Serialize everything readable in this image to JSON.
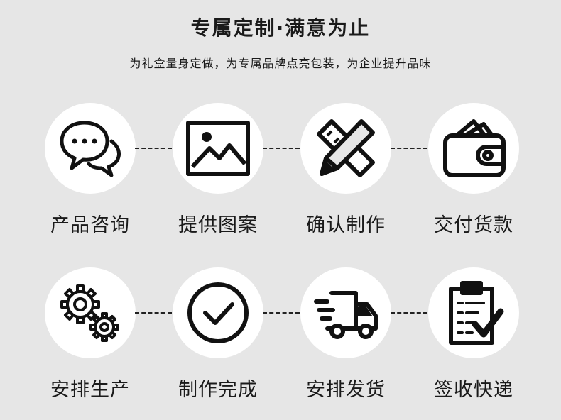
{
  "header": {
    "title": "专属定制·满意为止",
    "subtitle": "为礼盒量身定做，为专属品牌点亮包装，为企业提升品味"
  },
  "steps_row1": [
    {
      "label": "产品咨询",
      "icon": "chat-bubbles-icon"
    },
    {
      "label": "提供图案",
      "icon": "image-icon"
    },
    {
      "label": "确认制作",
      "icon": "pencil-ruler-icon"
    },
    {
      "label": "交付货款",
      "icon": "wallet-icon"
    }
  ],
  "steps_row2": [
    {
      "label": "安排生产",
      "icon": "gears-icon"
    },
    {
      "label": "制作完成",
      "icon": "check-circle-icon"
    },
    {
      "label": "安排发货",
      "icon": "delivery-truck-icon"
    },
    {
      "label": "签收快递",
      "icon": "clipboard-check-icon"
    }
  ]
}
